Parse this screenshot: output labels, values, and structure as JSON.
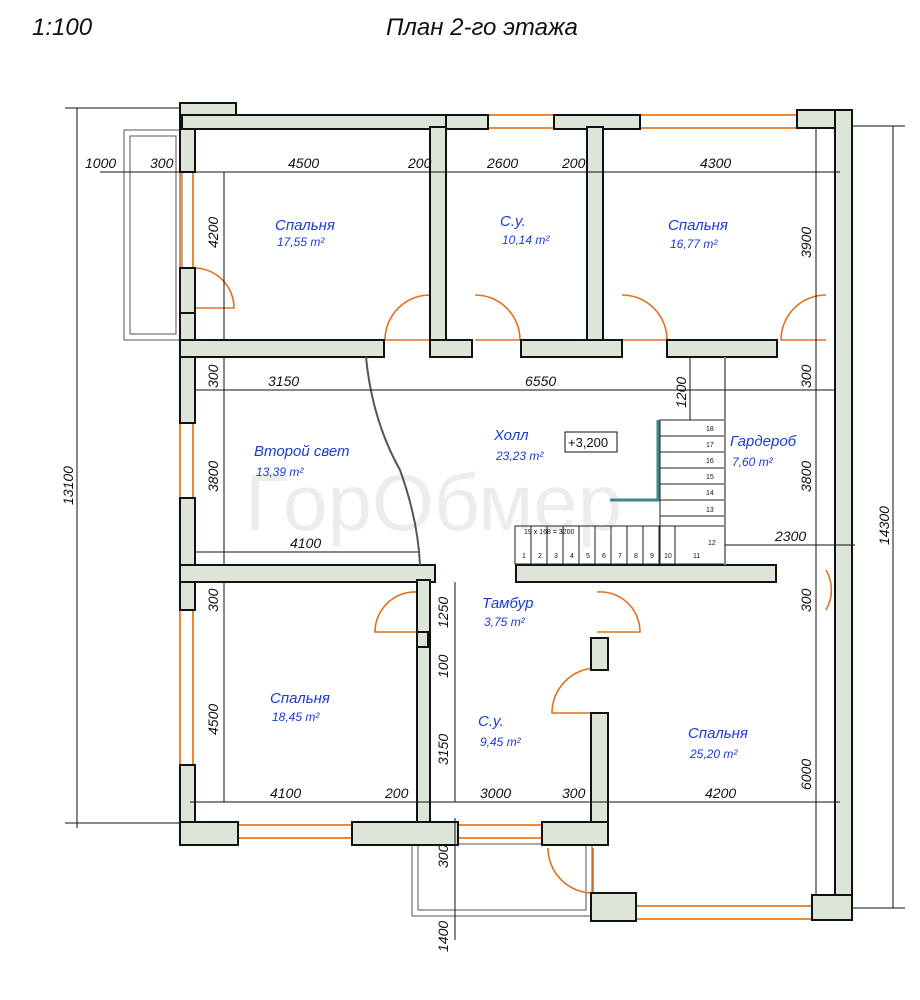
{
  "header": {
    "scale": "1:100",
    "title": "План 2-го этажа"
  },
  "elevation_mark": "+3,200",
  "watermark": "ГорОбмер",
  "stair_note": "19 x 168 = 3200",
  "stair_steps": [
    "1",
    "2",
    "3",
    "4",
    "5",
    "6",
    "7",
    "8",
    "9",
    "10",
    "11",
    "12",
    "13",
    "14",
    "15",
    "16",
    "17",
    "18"
  ],
  "rooms": [
    {
      "name": "Спальня",
      "area": "17,55 m²"
    },
    {
      "name": "С.у.",
      "area": "10,14 m²"
    },
    {
      "name": "Спальня",
      "area": "16,77 m²"
    },
    {
      "name": "Второй свет",
      "area": "13,39 m²"
    },
    {
      "name": "Холл",
      "area": "23,23 m²"
    },
    {
      "name": "Гардероб",
      "area": "7,60 m²"
    },
    {
      "name": "Тамбур",
      "area": "3,75 m²"
    },
    {
      "name": "Спальня",
      "area": "18,45 m²"
    },
    {
      "name": "С.у.",
      "area": "9,45 m²"
    },
    {
      "name": "Спальня",
      "area": "25,20 m²"
    }
  ],
  "dimensions": {
    "top_row": [
      "1000",
      "300",
      "4500",
      "200",
      "2600",
      "200",
      "4300"
    ],
    "bottom_row": [
      "4100",
      "200",
      "3000",
      "300",
      "4200"
    ],
    "hall_row": [
      "3150",
      "6550"
    ],
    "second_light_row": "4100",
    "wardrobe_width": "2300",
    "left_vertical": [
      "4200",
      "300",
      "3800",
      "300",
      "4500"
    ],
    "right_vertical": [
      "3900",
      "300",
      "3800",
      "300",
      "6000"
    ],
    "hall_vertical": "1200",
    "tambur_vertical": "1250",
    "wc_vertical": [
      "100",
      "3150"
    ],
    "bottom_vertical": [
      "300",
      "1400"
    ],
    "overall_left": "13100",
    "overall_right": "14300"
  }
}
